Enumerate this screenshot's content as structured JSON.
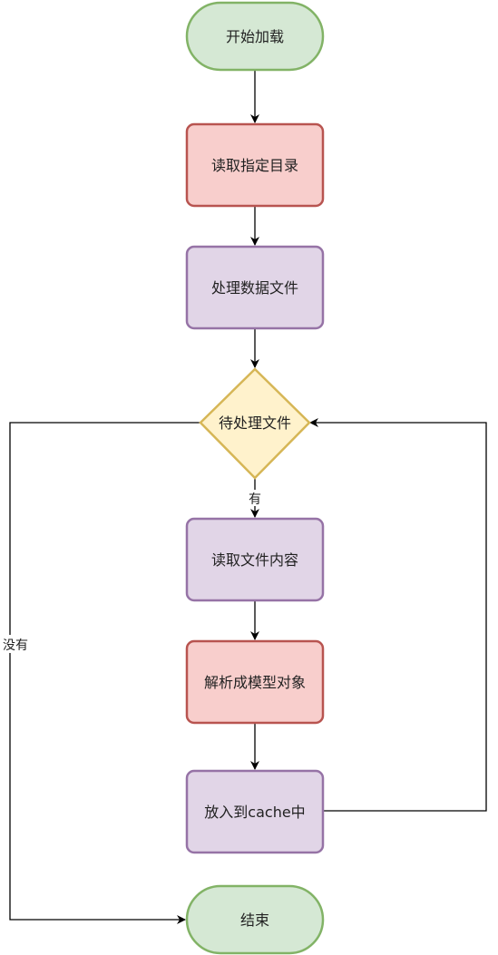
{
  "nodes": {
    "start": "开始加载",
    "read_dir": "读取指定目录",
    "process_files": "处理数据文件",
    "pending_files": "待处理文件",
    "read_content": "读取文件内容",
    "parse_model": "解析成模型对象",
    "put_cache": "放入到cache中",
    "end": "结束"
  },
  "edge_labels": {
    "yes": "有",
    "no": "没有"
  },
  "colors": {
    "terminal_fill": "#d5e8d4",
    "terminal_stroke": "#82b366",
    "red_fill": "#f8cecc",
    "red_stroke": "#b85450",
    "purple_fill": "#e1d5e7",
    "purple_stroke": "#9673a6",
    "decision_fill": "#fff2cc",
    "decision_stroke": "#d6b656",
    "edge": "#000000"
  }
}
